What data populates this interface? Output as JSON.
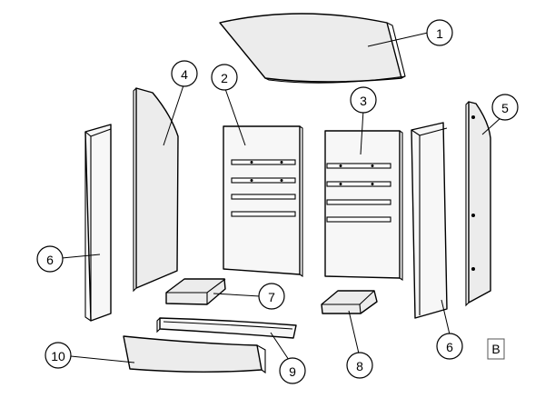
{
  "diagram": {
    "view_label": "B",
    "callouts": [
      {
        "id": "c1",
        "label": "1"
      },
      {
        "id": "c2",
        "label": "2"
      },
      {
        "id": "c3",
        "label": "3"
      },
      {
        "id": "c4",
        "label": "4"
      },
      {
        "id": "c5",
        "label": "5"
      },
      {
        "id": "c6a",
        "label": "6"
      },
      {
        "id": "c6b",
        "label": "6"
      },
      {
        "id": "c7",
        "label": "7"
      },
      {
        "id": "c8",
        "label": "8"
      },
      {
        "id": "c9",
        "label": "9"
      },
      {
        "id": "c10",
        "label": "10"
      }
    ]
  }
}
